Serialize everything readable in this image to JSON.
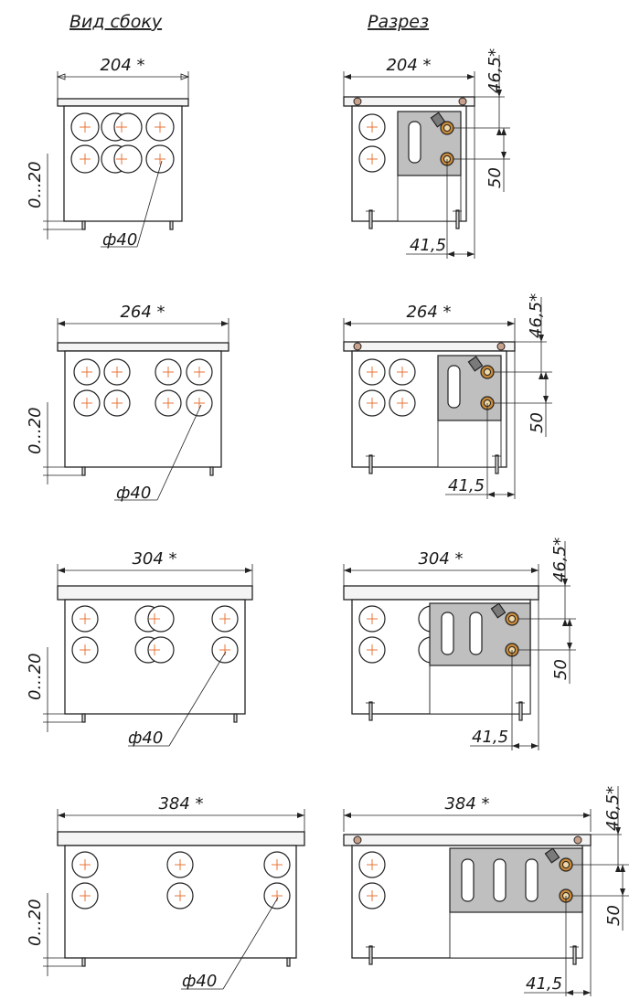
{
  "headers": {
    "side_view": "Вид сбоку",
    "section": "Разрез"
  },
  "rows": [
    {
      "width_label": "204 *",
      "side_height_label": "0...20",
      "diameter_label": "ф40",
      "top_label": "46,5*",
      "mid_label": "50",
      "offset_label": "41,5"
    },
    {
      "width_label": "264 *",
      "side_height_label": "0...20",
      "diameter_label": "ф40",
      "top_label": "46,5*",
      "mid_label": "50",
      "offset_label": "41,5"
    },
    {
      "width_label": "304 *",
      "side_height_label": "0...20",
      "diameter_label": "ф40",
      "top_label": "46,5*",
      "mid_label": "50",
      "offset_label": "41,5"
    },
    {
      "width_label": "384 *",
      "side_height_label": "0...20",
      "diameter_label": "ф40",
      "top_label": "46,5*",
      "mid_label": "50",
      "offset_label": "41,5"
    }
  ],
  "colors": {
    "line": "#222222",
    "hole_cross": "#e8743a",
    "plate": "#bfbfbf",
    "fitting": "#c98a3a"
  }
}
